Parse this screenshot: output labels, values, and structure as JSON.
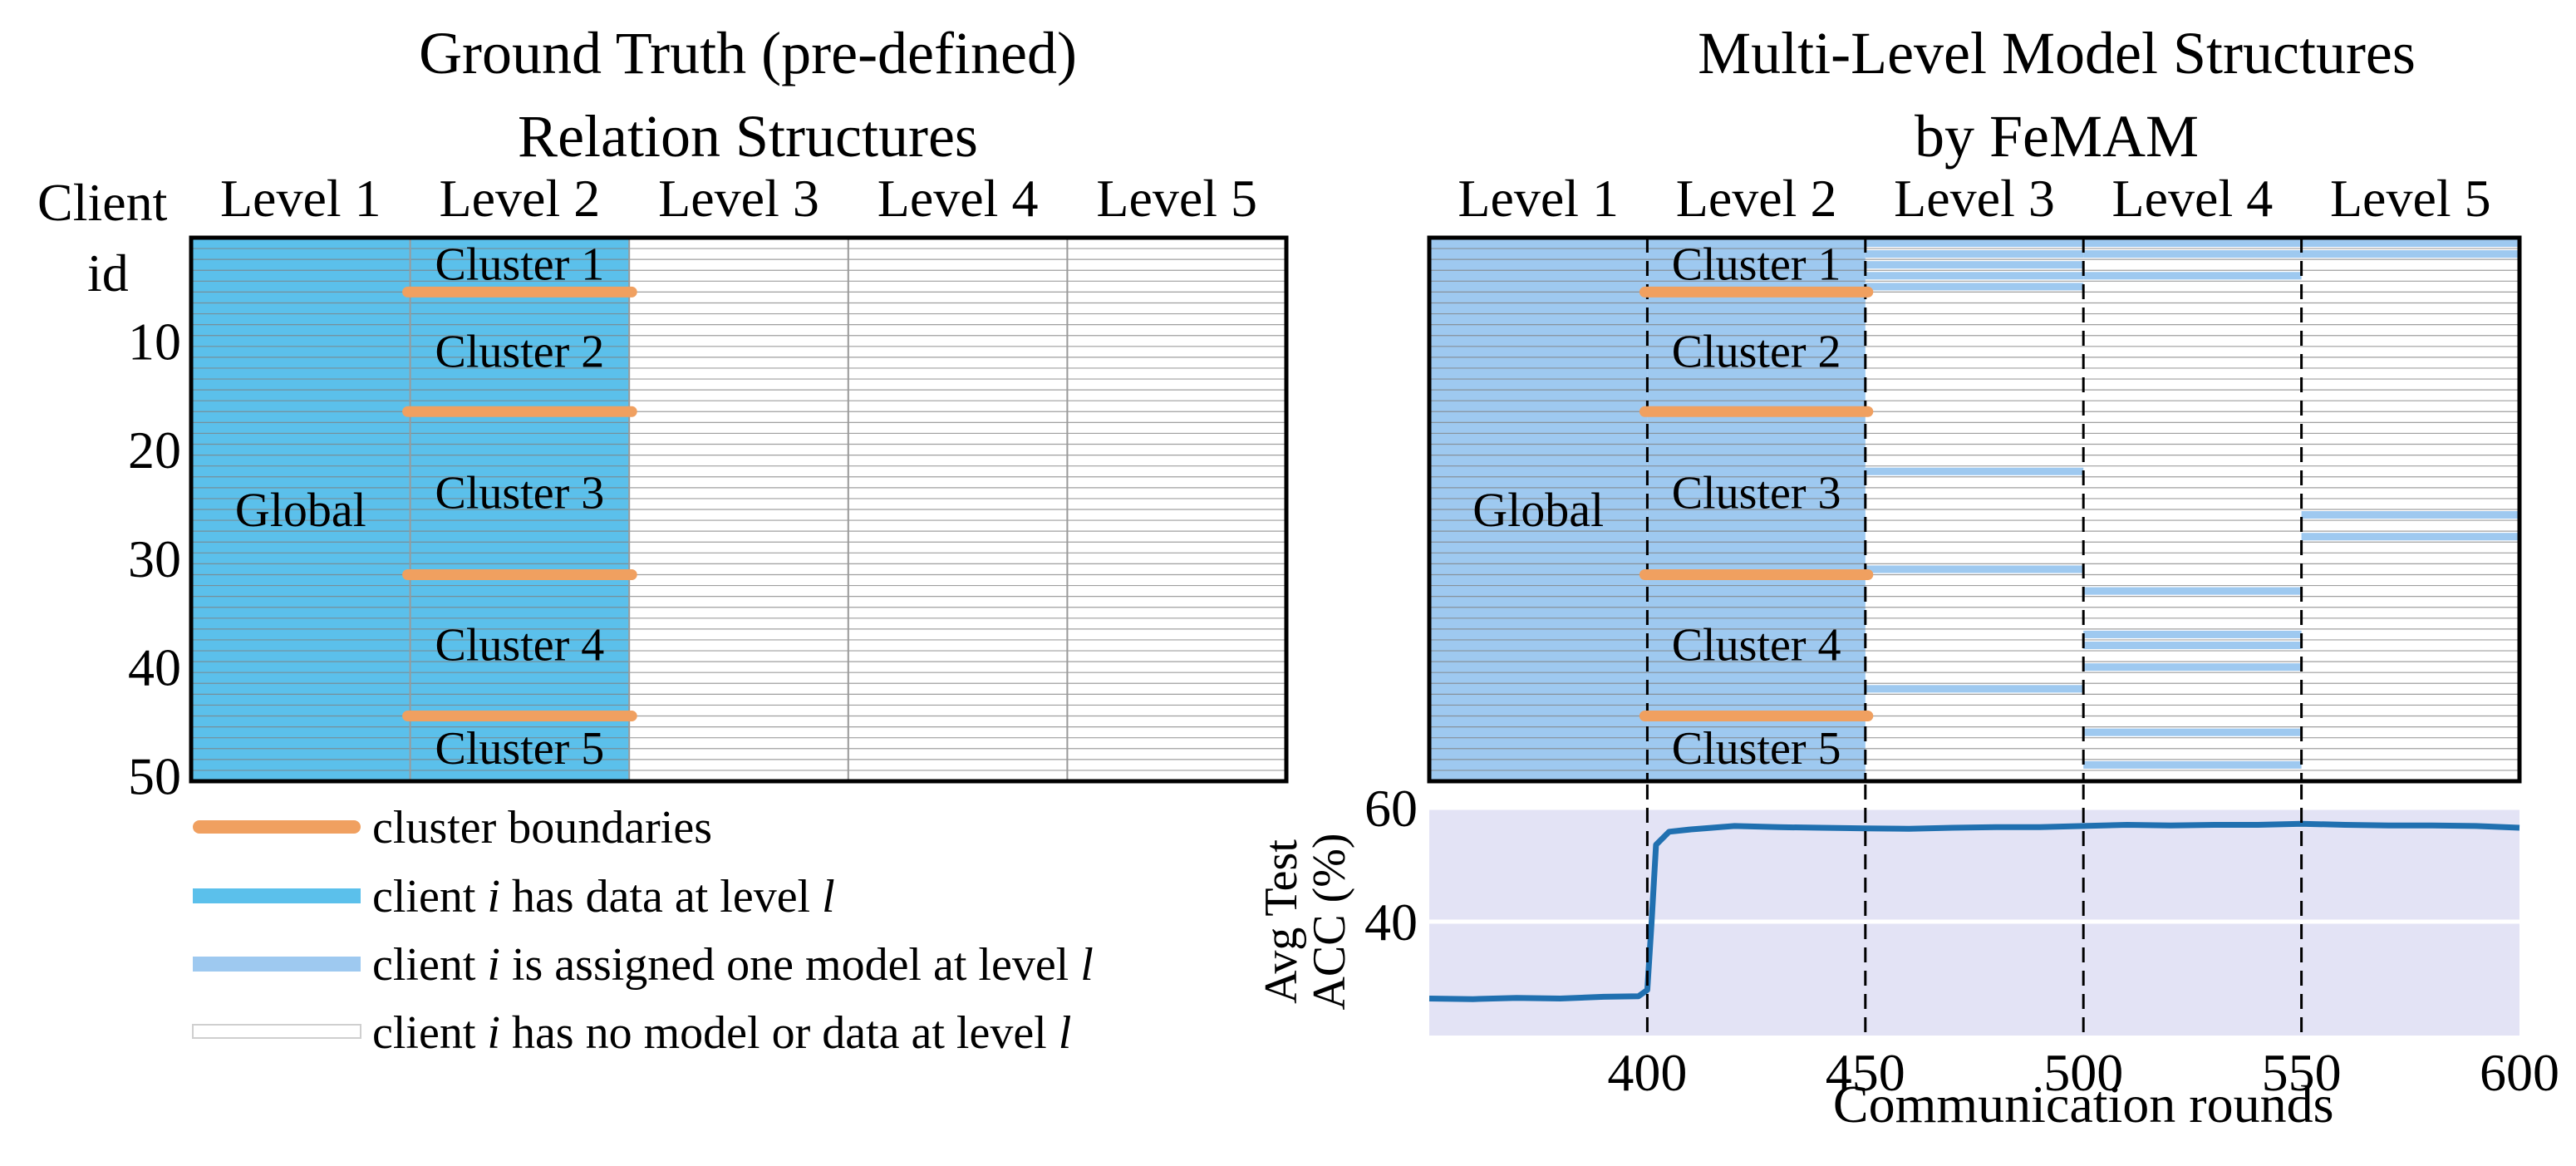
{
  "left_panel": {
    "title_line1": "Ground Truth (pre-defined)",
    "title_line2": "Relation Structures",
    "row_label_line1": "Client",
    "row_label_line2": "id"
  },
  "right_panel": {
    "title_line1": "Multi-Level Model Structures",
    "title_line2": "by FeMAM"
  },
  "legend": {
    "items": [
      {
        "text": "cluster boundaries",
        "color": "#f0a060"
      },
      {
        "text_pre": "client ",
        "var1": "i",
        "text_mid": " has data at level ",
        "var2": "l",
        "color": "#5bc0eb"
      },
      {
        "text_pre": "client ",
        "var1": "i",
        "text_mid": " is assigned one model at level ",
        "var2": "l",
        "color": "#9ec9f0"
      },
      {
        "text_pre": "client ",
        "var1": "i",
        "text_mid": " has no model or data at level ",
        "var2": "l",
        "color": "#ffffff"
      }
    ]
  },
  "colors": {
    "data": "#5bc0eb",
    "model": "#9ec9f0",
    "boundary": "#f0a060",
    "row_line": "#7f7f7f",
    "acc_line": "#2070b0",
    "acc_bg": "#e3e3f5"
  },
  "chart_data": [
    {
      "type": "heatmap",
      "title": "Ground Truth (pre-defined) Relation Structures",
      "levels": [
        "Level 1",
        "Level 2",
        "Level 3",
        "Level 4",
        "Level 5"
      ],
      "ylabel": "Client id",
      "yticks": [
        10,
        20,
        30,
        40,
        50
      ],
      "n_clients": 50,
      "global_label": "Global",
      "clusters": [
        {
          "label": "Cluster 1",
          "clients": [
            1,
            5
          ]
        },
        {
          "label": "Cluster 2",
          "clients": [
            6,
            16
          ]
        },
        {
          "label": "Cluster 3",
          "clients": [
            17,
            31
          ]
        },
        {
          "label": "Cluster 4",
          "clients": [
            32,
            44
          ]
        },
        {
          "label": "Cluster 5",
          "clients": [
            45,
            50
          ]
        }
      ],
      "boundaries_after_client": [
        5,
        16,
        31,
        44
      ],
      "data_levels": [
        1,
        2
      ]
    },
    {
      "type": "heatmap",
      "title": "Multi-Level Model Structures by FeMAM",
      "levels": [
        "Level 1",
        "Level 2",
        "Level 3",
        "Level 4",
        "Level 5"
      ],
      "n_clients": 50,
      "global_label": "Global",
      "clusters": [
        {
          "label": "Cluster 1",
          "clients": [
            1,
            5
          ]
        },
        {
          "label": "Cluster 2",
          "clients": [
            6,
            16
          ]
        },
        {
          "label": "Cluster 3",
          "clients": [
            17,
            31
          ]
        },
        {
          "label": "Cluster 4",
          "clients": [
            32,
            44
          ]
        },
        {
          "label": "Cluster 5",
          "clients": [
            45,
            50
          ]
        }
      ],
      "boundaries_after_client": [
        5,
        16,
        31,
        44
      ],
      "model_levels_full": [
        1,
        2
      ],
      "level_rounds": [
        [
          350,
          400
        ],
        [
          400,
          450
        ],
        [
          450,
          500
        ],
        [
          500,
          550
        ],
        [
          550,
          600
        ]
      ],
      "extra_assignments": [
        {
          "level": 3,
          "clients": [
            1,
            2,
            3,
            4,
            5,
            22,
            31,
            42
          ]
        },
        {
          "level": 4,
          "clients": [
            1,
            2,
            4,
            33,
            37,
            38,
            40,
            46,
            49
          ]
        },
        {
          "level": 5,
          "clients": [
            1,
            2,
            26,
            28
          ]
        }
      ]
    },
    {
      "type": "line",
      "xlabel": "Communication rounds",
      "ylabel": "Avg Test ACC (%)",
      "xlim": [
        350,
        600
      ],
      "ylim": [
        20,
        60
      ],
      "xticks": [
        400,
        450,
        500,
        550,
        600
      ],
      "yticks": [
        40,
        60
      ],
      "grid": true,
      "series": [
        {
          "x": [
            350,
            360,
            370,
            380,
            390,
            398,
            400,
            401,
            402,
            405,
            410,
            420,
            430,
            440,
            450,
            460,
            470,
            480,
            490,
            500,
            510,
            520,
            530,
            540,
            550,
            560,
            570,
            580,
            590,
            600
          ],
          "values": [
            26.5,
            26.4,
            26.6,
            26.5,
            26.8,
            26.9,
            28,
            40,
            53.5,
            55.8,
            56.2,
            56.8,
            56.6,
            56.5,
            56.4,
            56.3,
            56.5,
            56.6,
            56.6,
            56.8,
            57.0,
            56.9,
            57.0,
            57.0,
            57.2,
            57.0,
            56.9,
            56.9,
            56.8,
            56.5
          ]
        }
      ]
    }
  ]
}
